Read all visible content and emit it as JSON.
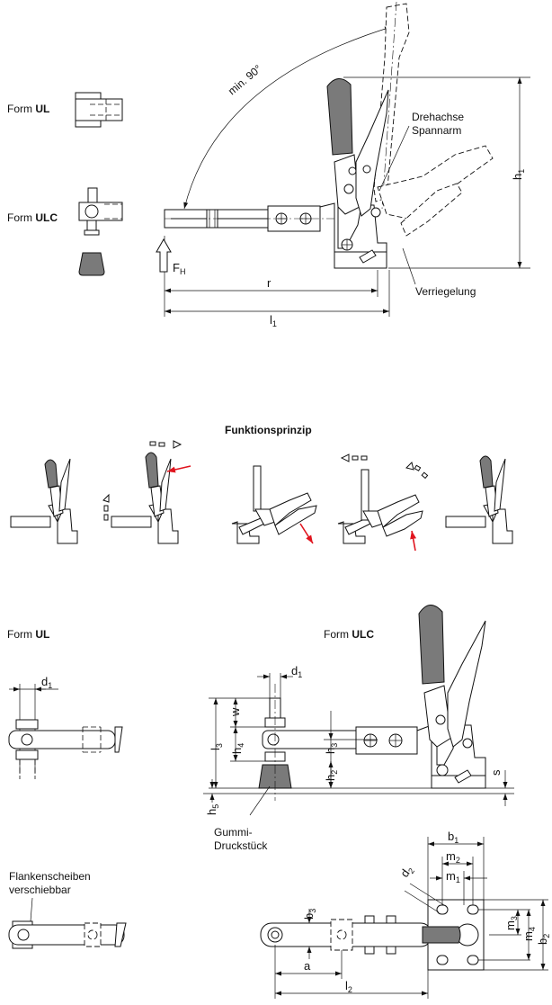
{
  "labels": {
    "form_ul_top": [
      "Form ",
      "UL"
    ],
    "form_ulc_top": [
      "Form ",
      "ULC"
    ],
    "angle": "min. 90°",
    "pivot": [
      "Drehachse",
      "Spannarm"
    ],
    "lock": "Verriegelung",
    "force": [
      "F",
      "H"
    ],
    "dim_r": "r",
    "dim_l1": [
      "l",
      "1"
    ],
    "dim_h1": [
      "h",
      "1"
    ],
    "principle_title": "Funktionsprinzip",
    "form_ul_mid": [
      "Form ",
      "UL"
    ],
    "form_ulc_mid": [
      "Form ",
      "ULC"
    ],
    "dim_d1_a": [
      "d",
      "1"
    ],
    "dim_d1_b": [
      "d",
      "1"
    ],
    "dim_w": "w",
    "dim_l3": [
      "l",
      "3"
    ],
    "dim_h4": [
      "h",
      "4"
    ],
    "dim_h3": [
      "h",
      "3"
    ],
    "dim_h2": [
      "h",
      "2"
    ],
    "dim_h5": [
      "h",
      "5"
    ],
    "dim_s": "s",
    "rubber": [
      "Gummi-",
      "Druckstück"
    ],
    "washers": [
      "Flankenscheiben",
      "verschiebbar"
    ],
    "dim_b1": [
      "b",
      "1"
    ],
    "dim_m2": [
      "m",
      "2"
    ],
    "dim_m1": [
      "m",
      "1"
    ],
    "dim_d2": [
      "d",
      "2"
    ],
    "dim_b3": [
      "b",
      "3"
    ],
    "dim_m3": [
      "m",
      "3"
    ],
    "dim_m4": [
      "m",
      "4"
    ],
    "dim_b2": [
      "b",
      "2"
    ],
    "dim_a": "a",
    "dim_l2": [
      "l",
      "2"
    ]
  },
  "colors": {
    "ink": "#111111",
    "grip": "#7a7a7a",
    "arrow": "#e0141e"
  }
}
